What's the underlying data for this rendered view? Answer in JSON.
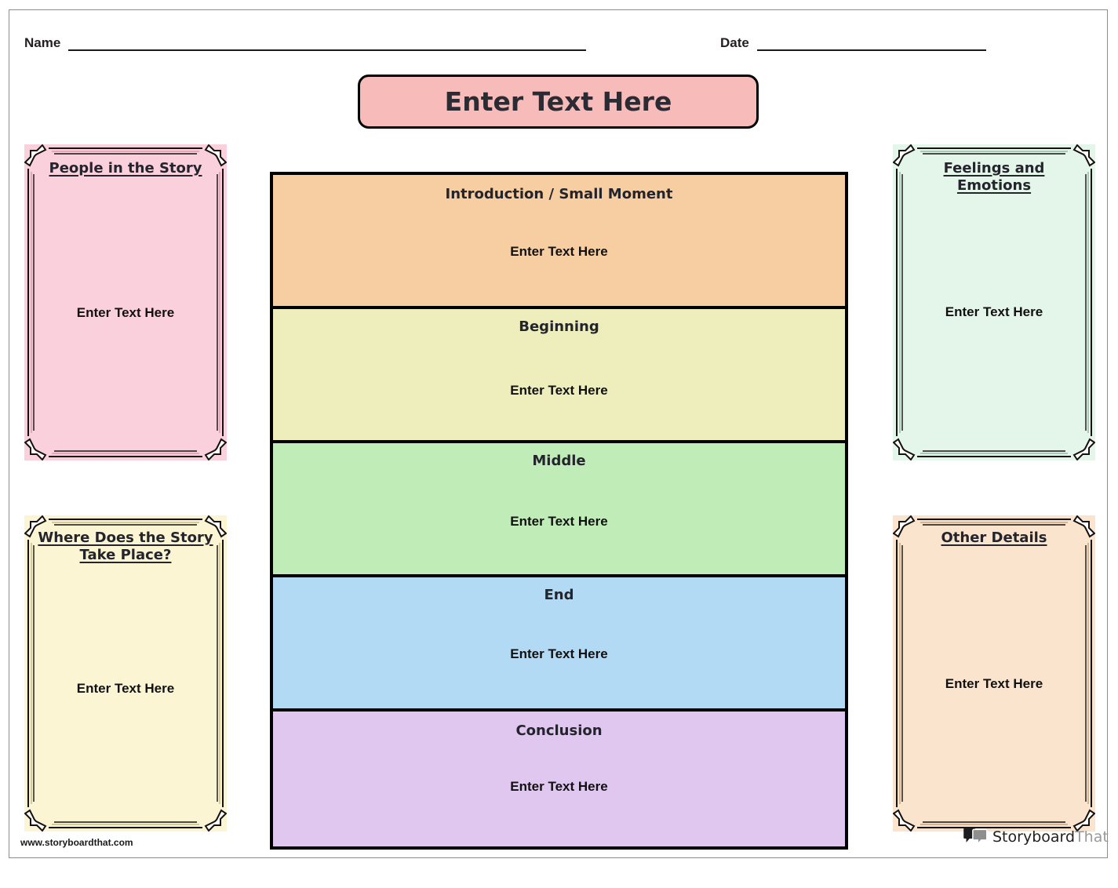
{
  "header": {
    "name_label": "Name",
    "date_label": "Date"
  },
  "title_banner": {
    "text": "Enter Text Here",
    "fill": "#f7bcb9"
  },
  "placeholder": "Enter Text Here",
  "center_sections": [
    {
      "title": "Introduction / Small Moment",
      "body": "Enter Text Here",
      "fill": "#f7cda2"
    },
    {
      "title": "Beginning",
      "body": "Enter Text Here",
      "fill": "#eeeebc"
    },
    {
      "title": "Middle",
      "body": "Enter Text Here",
      "fill": "#c0ecb7"
    },
    {
      "title": "End",
      "body": "Enter Text Here",
      "fill": "#b3daf5"
    },
    {
      "title": "Conclusion",
      "body": "Enter Text Here",
      "fill": "#dfc7ef"
    }
  ],
  "side_cards": [
    {
      "title": "People in the Story",
      "body": "Enter Text Here",
      "fill": "#fbd0dd",
      "frame": "#e3a7b9"
    },
    {
      "title": "Where Does the Story Take Place?",
      "body": "Enter Text Here",
      "fill": "#fbf5d4",
      "frame": "#d6cc9a"
    },
    {
      "title": "Feelings and Emotions",
      "body": "Enter Text Here",
      "fill": "#e4f5ea",
      "frame": "#a9c8b7"
    },
    {
      "title": "Other Details",
      "body": "Enter Text Here",
      "fill": "#fbe4ce",
      "frame": "#d5b493"
    }
  ],
  "footer": {
    "url": "www.storyboardthat.com",
    "brand_first": "Storyboard",
    "brand_second": "That"
  }
}
